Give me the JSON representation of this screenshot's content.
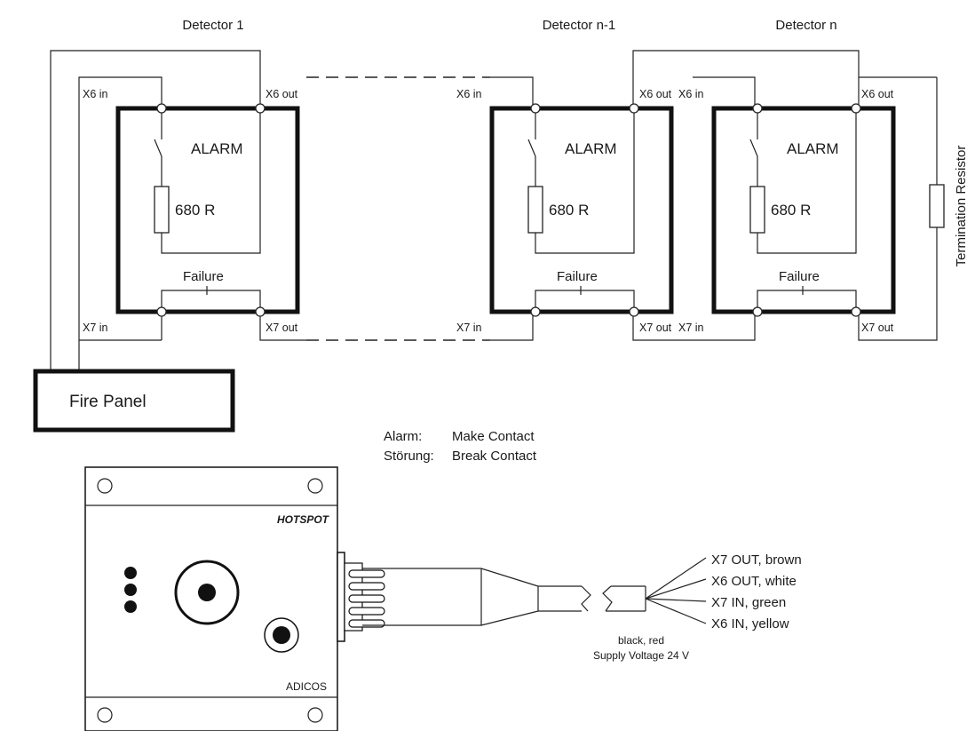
{
  "detectors": [
    {
      "title": "Detector 1",
      "x6in": "X6 in",
      "x6out": "X6 out",
      "x7in": "X7 in",
      "x7out": "X7 out",
      "alarm": "ALARM",
      "resistor": "680 R",
      "failure": "Failure"
    },
    {
      "title": "Detector n-1",
      "x6in": "X6 in",
      "x6out": "X6 out",
      "x7in": "X7 in",
      "x7out": "X7 out",
      "alarm": "ALARM",
      "resistor": "680 R",
      "failure": "Failure"
    },
    {
      "title": "Detector n",
      "x6in": "X6 in",
      "x6out": "X6 out",
      "x7in": "X7 in",
      "x7out": "X7 out",
      "alarm": "ALARM",
      "resistor": "680 R",
      "failure": "Failure"
    }
  ],
  "termination_label": "Termination Resistor",
  "fire_panel_label": "Fire Panel",
  "legend": {
    "alarm_key": "Alarm:",
    "alarm_value": "Make Contact",
    "fault_key": "Störung:",
    "fault_value": "Break Contact"
  },
  "device": {
    "brand_top": "HOTSPOT",
    "brand_bottom": "ADICOS"
  },
  "wires": [
    "X7 OUT, brown",
    "X6 OUT, white",
    "X7 IN, green",
    "X6 IN, yellow"
  ],
  "supply": {
    "colors": "black, red",
    "voltage": "Supply Voltage 24 V"
  }
}
